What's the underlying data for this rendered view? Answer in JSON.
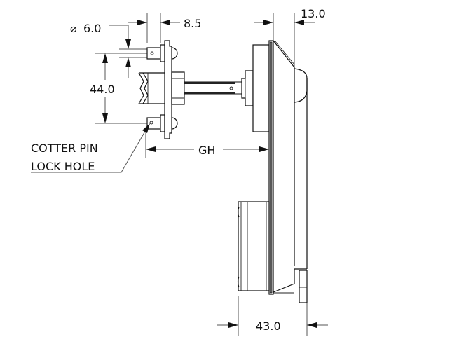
{
  "drawing": {
    "title": "Side view dimension drawing",
    "dimensions": {
      "hole_diameter": {
        "symbol": "⌀",
        "value": "6.0"
      },
      "pin_offset": "8.5",
      "top_projection": "13.0",
      "pin_spacing": "44.0",
      "gap": "GH",
      "depth": "43.0"
    },
    "callouts": {
      "cotter_line1": "COTTER PIN",
      "cotter_line2": "LOCK HOLE"
    },
    "colors": {
      "line": "#111111",
      "dimension_line": "#555555",
      "plate_fill": "#888888",
      "background": "#ffffff"
    }
  }
}
